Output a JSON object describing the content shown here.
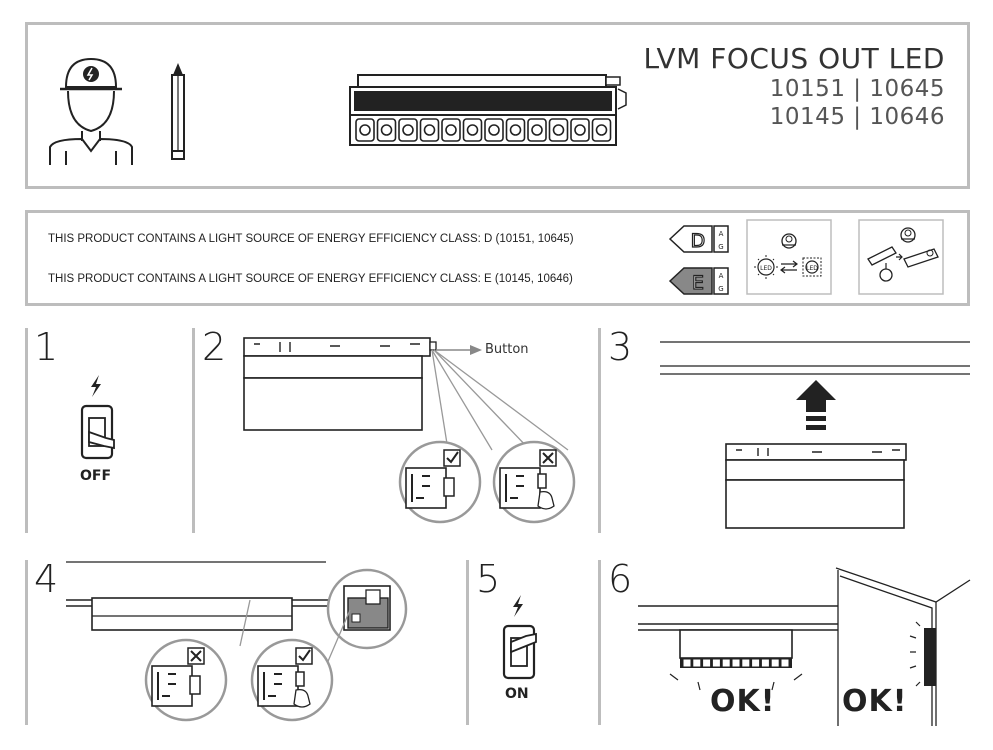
{
  "header": {
    "product_name": "LVM FOCUS OUT LED",
    "codes_line1": "10151 | 10645",
    "codes_line2": "10145 | 10646"
  },
  "energy": {
    "line_d": "THIS PRODUCT CONTAINS A LIGHT SOURCE OF ENERGY EFFICIENCY CLASS: D (10151, 10645)",
    "line_e": "THIS PRODUCT CONTAINS A LIGHT SOURCE OF ENERGY EFFICIENCY CLASS: E (10145, 10646)",
    "class_d": "D",
    "class_e": "E",
    "scale_top": "A",
    "scale_bottom": "G",
    "led_label": "LED"
  },
  "steps": {
    "s1": {
      "number": "1",
      "switch_label": "OFF"
    },
    "s2": {
      "number": "2",
      "button_label": "Button"
    },
    "s3": {
      "number": "3"
    },
    "s4": {
      "number": "4"
    },
    "s5": {
      "number": "5",
      "switch_label": "ON"
    },
    "s6": {
      "number": "6",
      "ok_left": "OK!",
      "ok_right": "OK!"
    }
  },
  "colors": {
    "frame": "#bdbdbd",
    "ink": "#222222",
    "accent_gray": "#888888"
  }
}
